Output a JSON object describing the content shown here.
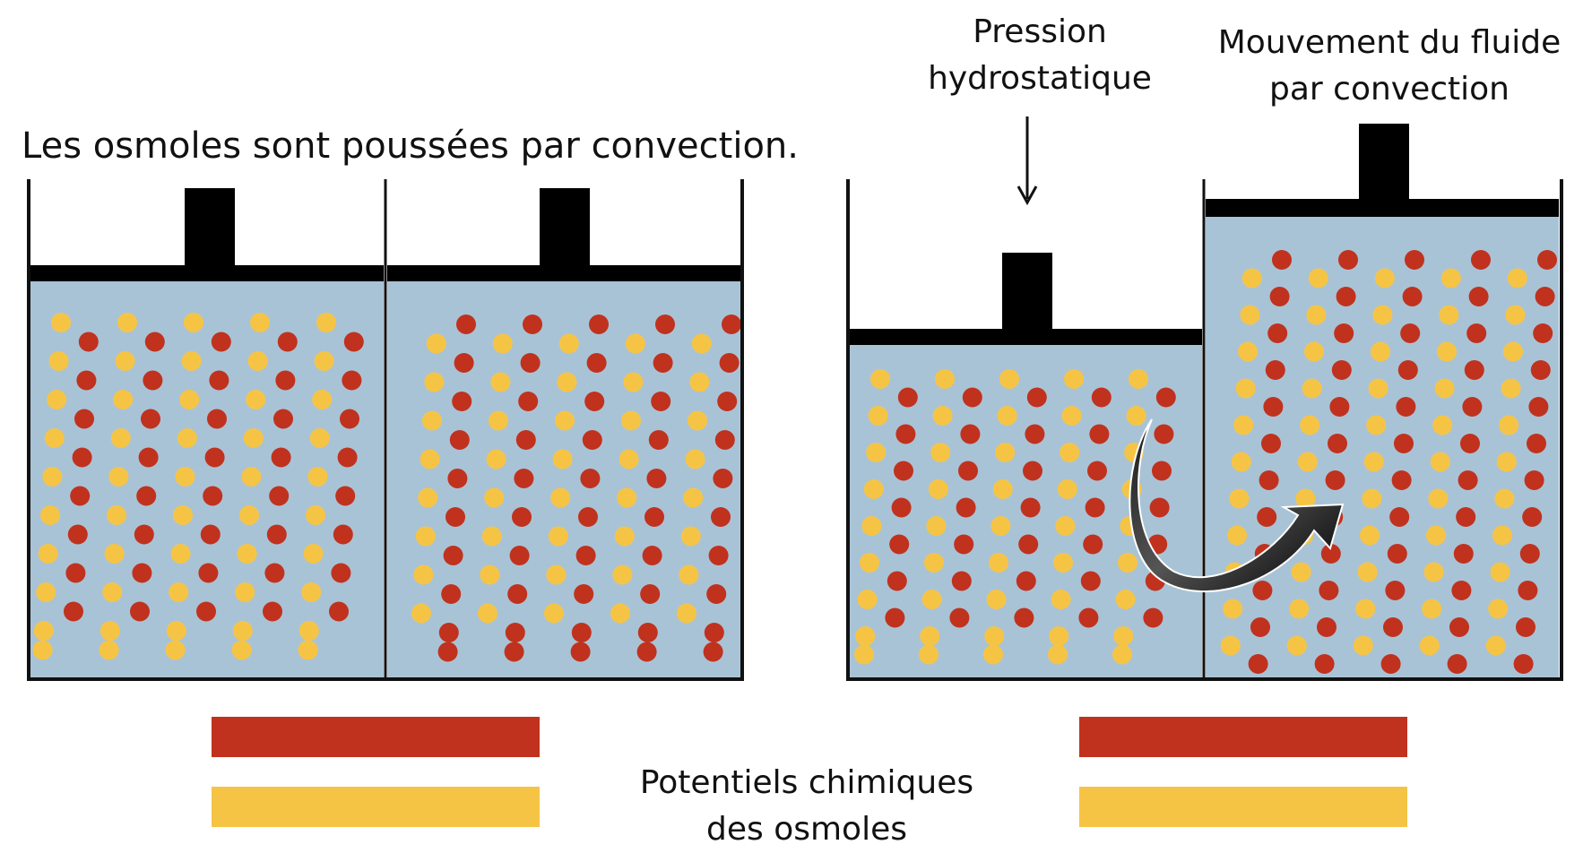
{
  "title_left": "Les osmoles sont poussées par convection.",
  "label_pression": [
    "Pression",
    "hydrostatique"
  ],
  "label_mouvement": [
    "Mouvement du fluide",
    "par convection"
  ],
  "label_potentiels": [
    "Potentiels chimiques",
    "des osmoles"
  ],
  "colors": {
    "fluid": "#a9c3d6",
    "red_osmole": "#c0321e",
    "yellow_osmole": "#f6c445",
    "piston": "#000000",
    "wall": "#111111"
  }
}
